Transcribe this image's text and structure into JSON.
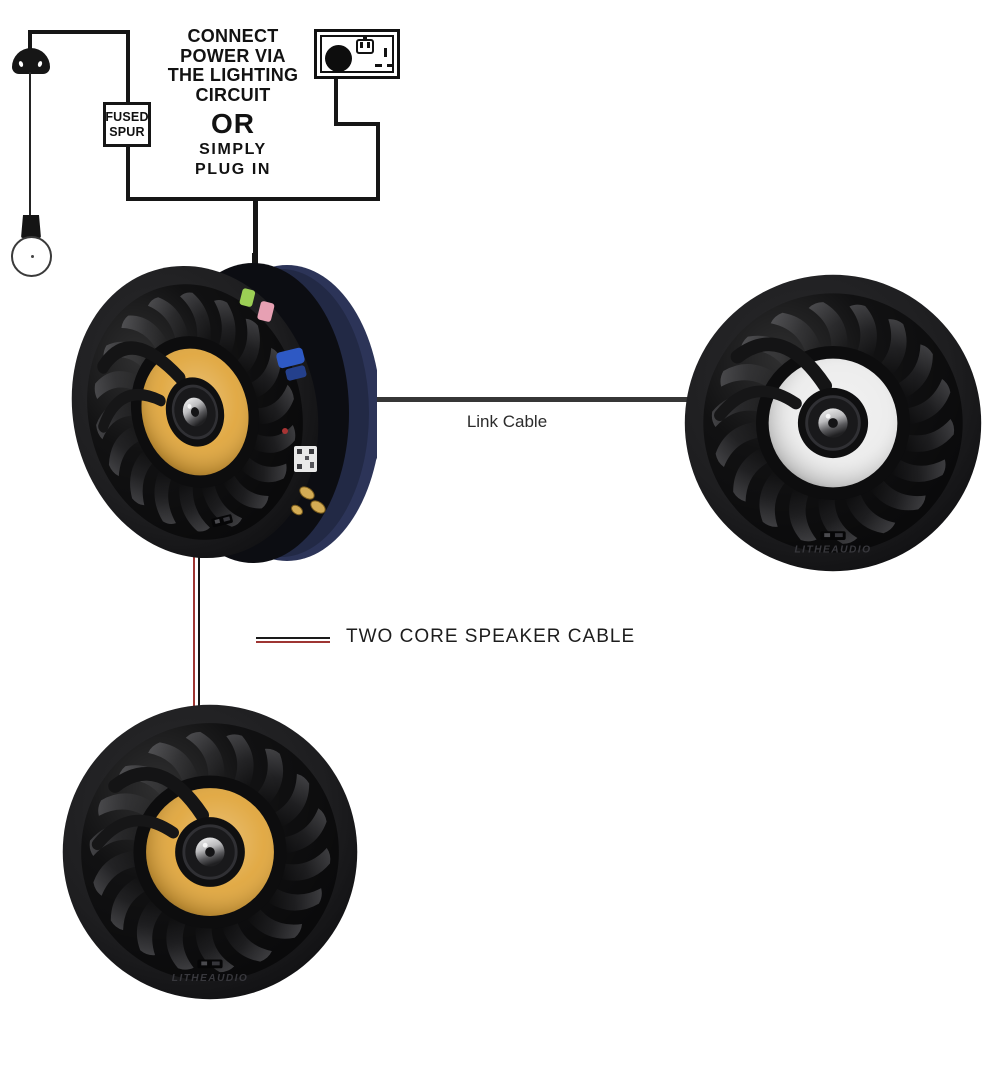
{
  "power_instructions": {
    "line1": "CONNECT",
    "line2": "POWER VIA",
    "line3": "THE LIGHTING",
    "line4": "CIRCUIT",
    "or": "OR",
    "line5": "SIMPLY",
    "line6": "PLUG IN"
  },
  "fused_spur": {
    "line1": "FUSED",
    "line2": "SPUR"
  },
  "cables": {
    "link_label": "Link Cable",
    "two_core_label": "TWO CORE SPEAKER CABLE"
  },
  "brand": "LITHEAUDIO",
  "colors": {
    "background": "#ffffff",
    "wire_black": "#161616",
    "cable_red": "#9e3532",
    "link_gray": "#363636",
    "cone_yellow": "#e0a63d",
    "cone_white": "#ececec",
    "housing_navy": "#2c3458",
    "connector_green": "#9ccf55",
    "connector_pink": "#e7a0b3",
    "connector_blue": "#2e59c4",
    "terminal_gold": "#d4ac55",
    "text_black": "#1a1a1a"
  }
}
